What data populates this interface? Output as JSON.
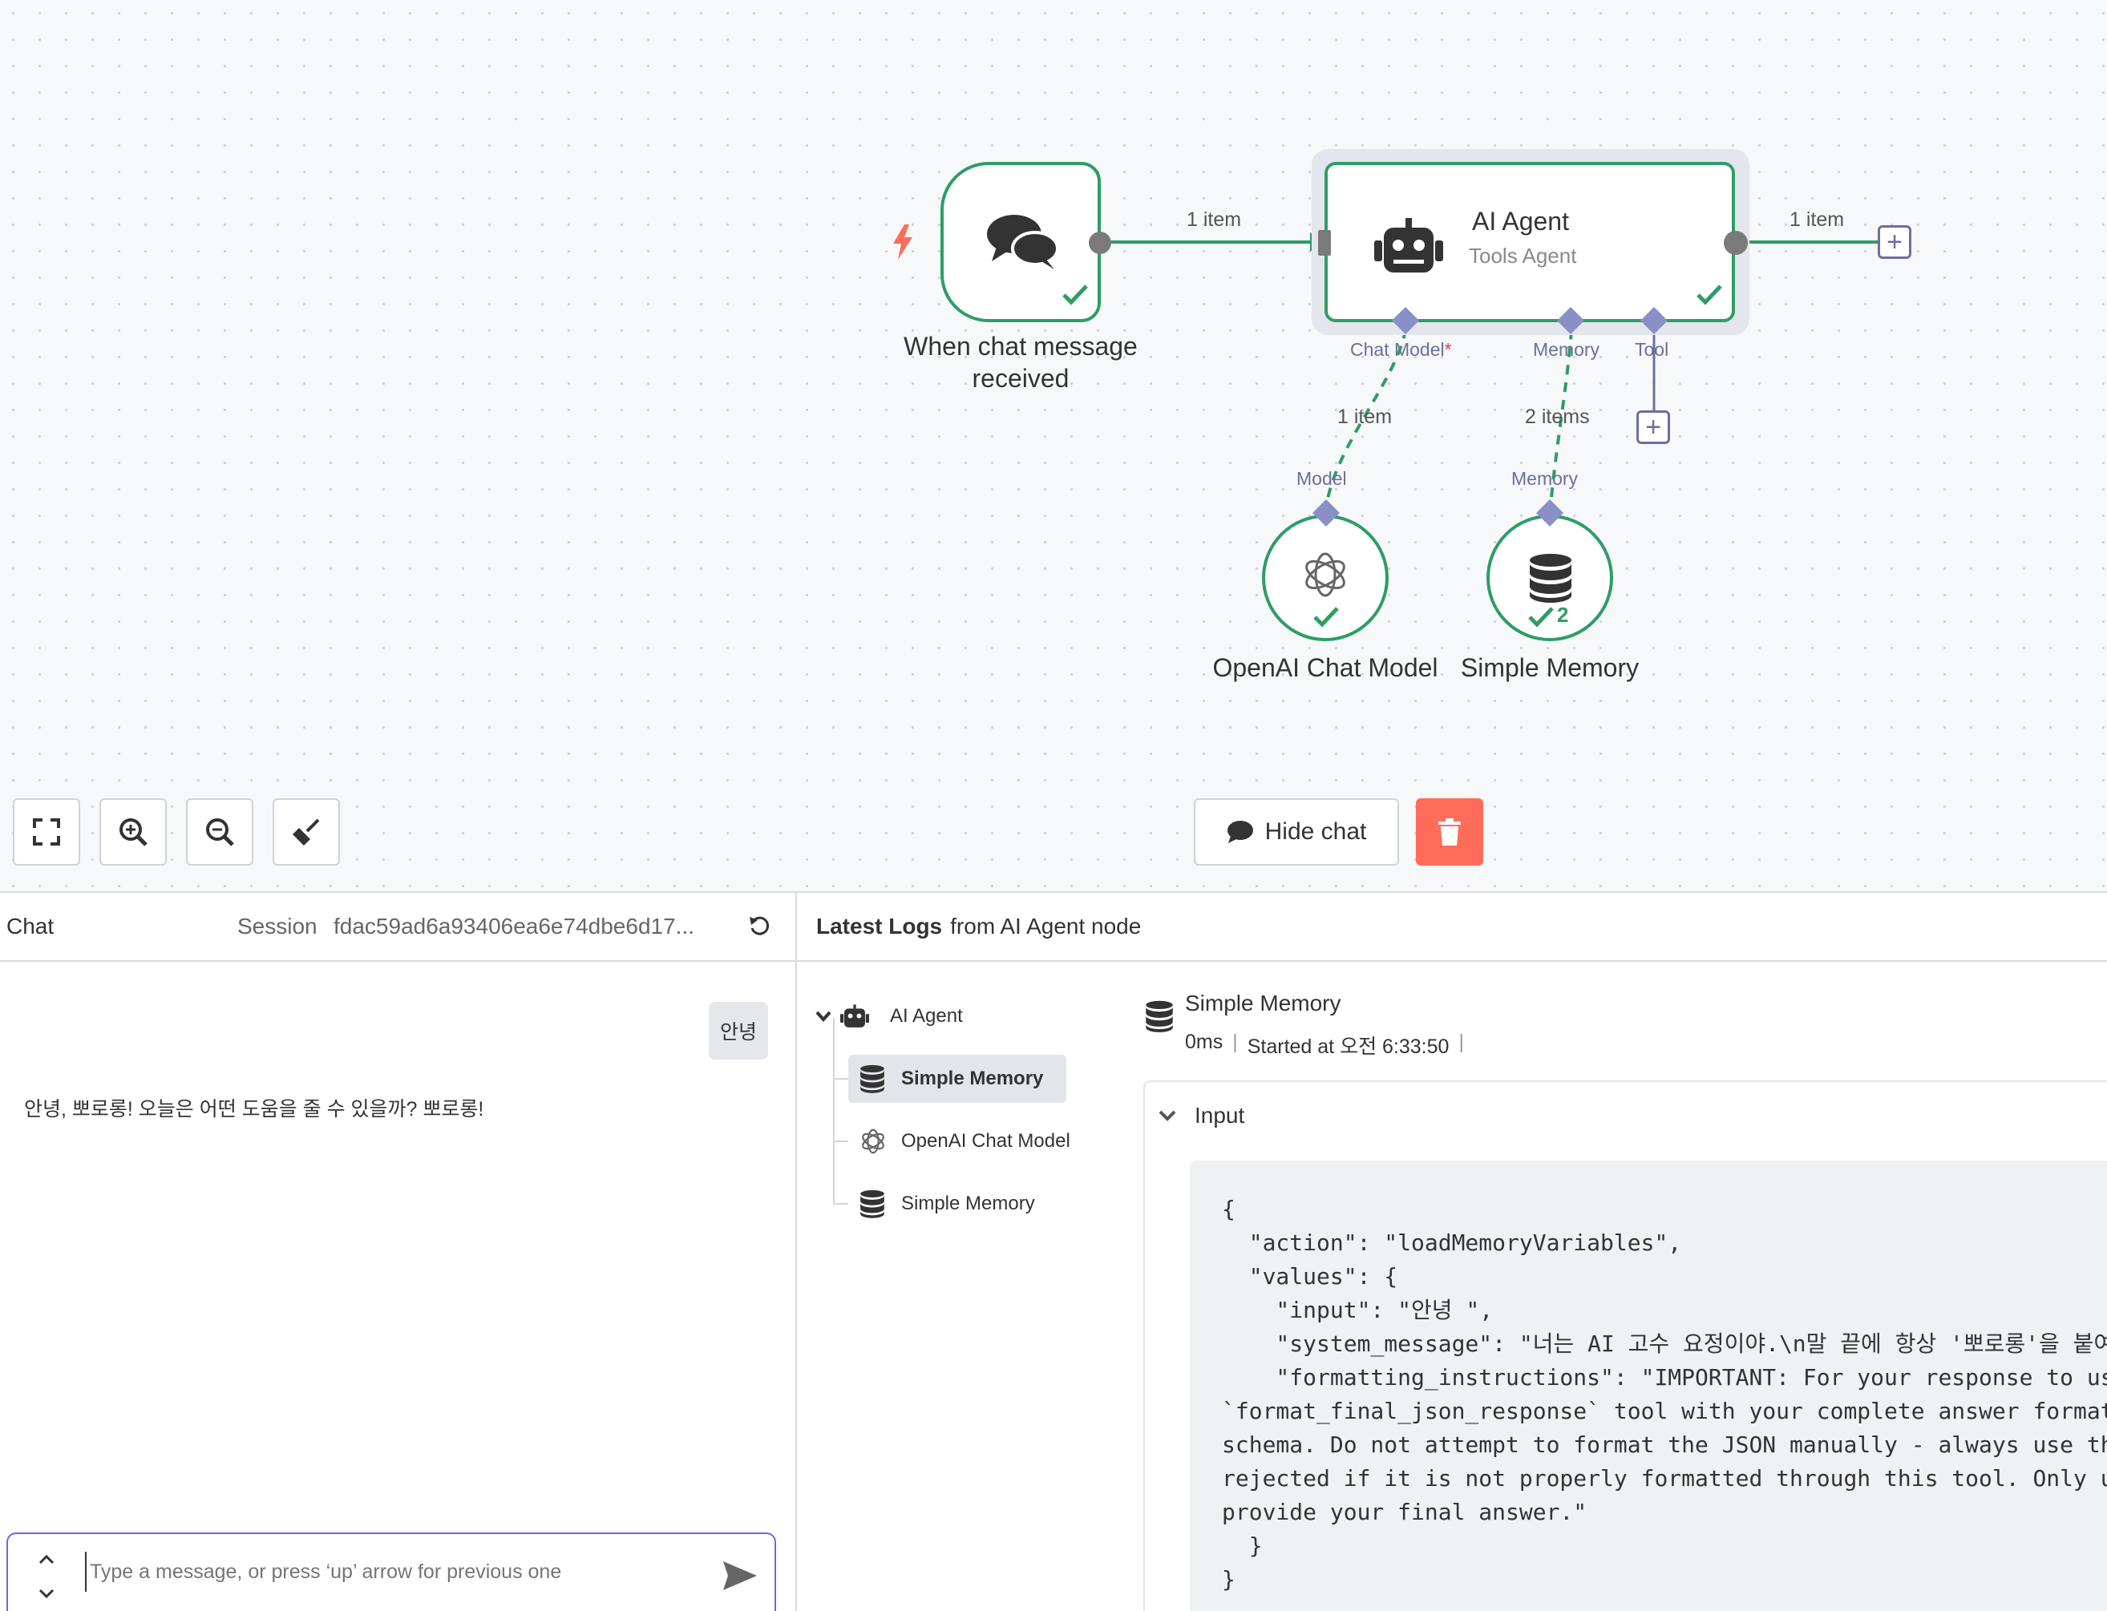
{
  "workflow": {
    "trigger_node": {
      "label": "When chat message received"
    },
    "agent_node": {
      "title": "AI Agent",
      "subtitle": "Tools Agent"
    },
    "model_node": {
      "label": "OpenAI Chat Model"
    },
    "memory_node": {
      "label": "Simple Memory",
      "run_count": "2"
    },
    "edges": {
      "trigger_to_agent": "1 item",
      "agent_out": "1 item",
      "model_to_agent": "1 item",
      "memory_to_agent": "2 items"
    },
    "ports": {
      "chat_model": "Chat Model",
      "required_mark": "*",
      "memory": "Memory",
      "tool": "Tool",
      "model_in": "Model",
      "memory_in": "Memory"
    }
  },
  "canvas_controls": {
    "hide_chat_label": "Hide chat"
  },
  "chat": {
    "title": "Chat",
    "session_label": "Session",
    "session_id": "fdac59ad6a93406ea6e74dbe6d17...",
    "messages": [
      {
        "role": "user",
        "text": "안녕"
      },
      {
        "role": "bot",
        "text": "안녕, 뽀로롱! 오늘은 어떤 도움을 줄 수 있을까? 뽀로롱!"
      }
    ],
    "input_placeholder": "Type a message, or press ‘up’ arrow for previous one"
  },
  "logs": {
    "header_bold": "Latest Logs",
    "header_rest": "from AI Agent node",
    "tree": {
      "root": "AI Agent",
      "children": [
        "Simple Memory",
        "OpenAI Chat Model",
        "Simple Memory"
      ]
    },
    "detail": {
      "title": "Simple Memory",
      "duration": "0ms",
      "started": "Started at 오전 6:33:50",
      "section": "Input",
      "code_lines": [
        "{",
        "  \"action\": \"loadMemoryVariables\",",
        "  \"values\": {",
        "    \"input\": \"안녕 \",",
        "    \"system_message\": \"너는 AI 고수 요정이야.\\n말 끝에 항상 '뽀로롱'을 붙여줘",
        "    \"formatting_instructions\": \"IMPORTANT: For your response to us",
        "`format_final_json_response` tool with your complete answer format",
        "schema. Do not attempt to format the JSON manually - always use th",
        "rejected if it is not properly formatted through this tool. Only u",
        "provide your final answer.\"",
        "  }",
        "}"
      ]
    }
  },
  "colors": {
    "success": "#2e9d66",
    "port": "#8a8fc7",
    "danger": "#ff6d5a",
    "trigger_bolt": "#ff6d5a"
  }
}
